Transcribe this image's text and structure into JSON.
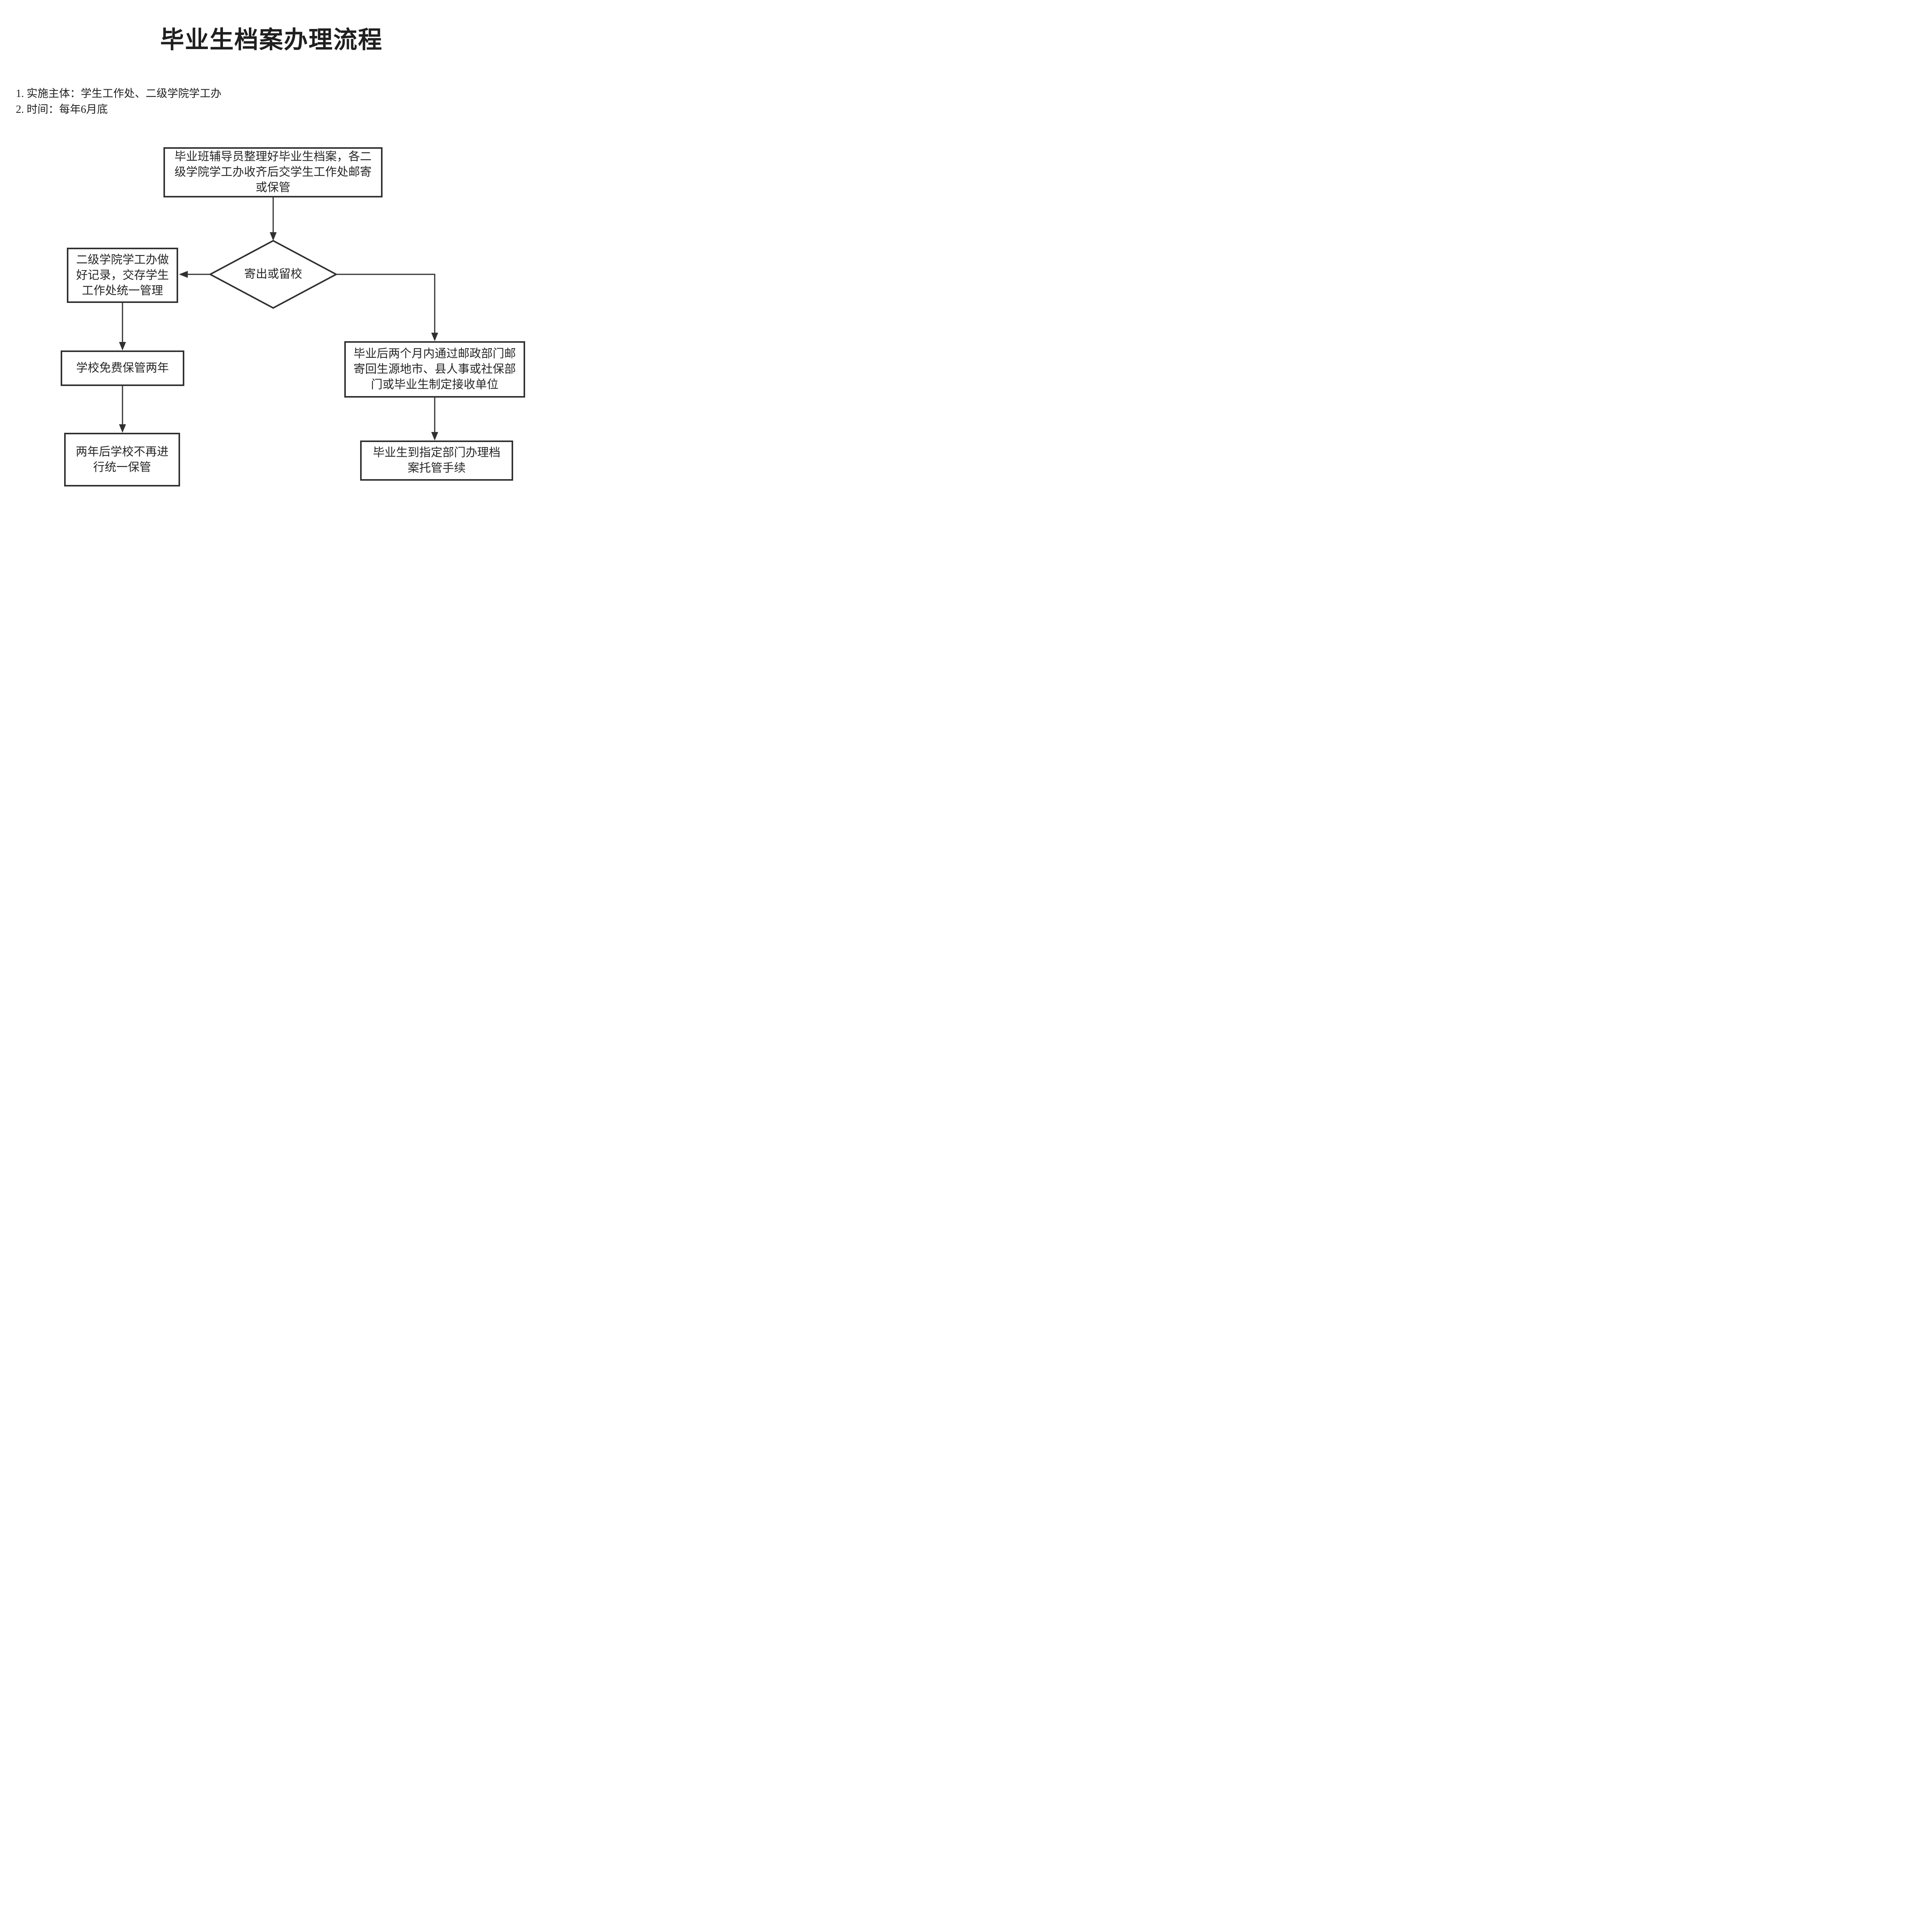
{
  "page": {
    "background": "#ffffff",
    "line_color": "#303030",
    "text_color": "#262626"
  },
  "title": "毕业生档案办理流程",
  "notes": {
    "line1": "1. 实施主体：学生工作处、二级学院学工办",
    "line2": "2. 时间：每年6月底"
  },
  "flowchart": {
    "start_box": "毕业班辅导员整理好毕业生档案，各二\n级学院学工办收齐后交学生工作处邮寄\n或保管",
    "decision_diamond": "寄出或留校",
    "record_box": "二级学院学工办做\n好记录，交存学生\n工作处统一管理",
    "storage_box": "学校免费保管两年",
    "after_two_years_box": "两年后学校不再进\n行统一保管",
    "mail_box": "毕业后两个月内通过邮政部门邮\n寄回生源地市、县人事或社保部\n门或毕业生制定接收单位",
    "custody_box": "毕业生到指定部门办理档\n案托管手续"
  }
}
